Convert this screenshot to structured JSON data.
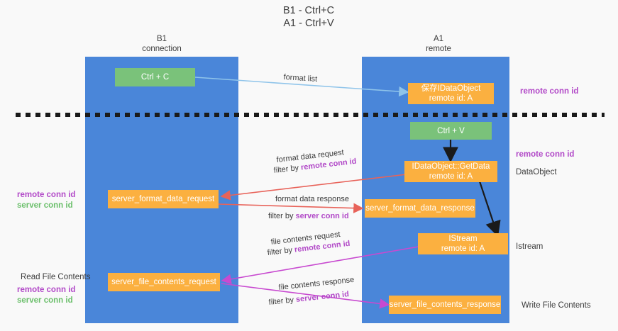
{
  "title": "B1 - Ctrl+C\nA1 - Ctrl+V",
  "colors": {
    "column": "#4a86d9",
    "green_node": "#7ac27a",
    "orange_node": "#fbb040",
    "purple_text": "#b24ac8",
    "green_text": "#6bbf6b",
    "blue_arrow": "#8fc4ea",
    "red_arrow": "#e8635a",
    "magenta_arrow": "#c84ad0",
    "black_arrow": "#1a1a1a",
    "background": "#f9f9f9"
  },
  "columns": [
    {
      "name": "left-column",
      "heading": "B1\nconnection"
    },
    {
      "name": "right-column",
      "heading": "A1\nremote"
    }
  ],
  "nodes": [
    {
      "id": "ctrl-c",
      "label": "Ctrl + C",
      "style": "green"
    },
    {
      "id": "save-idataobject",
      "label": "保存IDataObject\nremote id: A",
      "style": "orange"
    },
    {
      "id": "ctrl-v",
      "label": "Ctrl + V",
      "style": "green"
    },
    {
      "id": "idataobject-getdata",
      "label": "IDataObject::GetData\nremote id: A",
      "style": "orange"
    },
    {
      "id": "server-format-data-request",
      "label": "server_format_data_request",
      "style": "orange"
    },
    {
      "id": "server-format-data-response",
      "label": "server_format_data_response",
      "style": "orange"
    },
    {
      "id": "istream",
      "label": "IStream\nremote id: A",
      "style": "orange"
    },
    {
      "id": "server-file-contents-request",
      "label": "server_file_contents_request",
      "style": "orange"
    },
    {
      "id": "server-file-contents-response",
      "label": "server_file_contents_response",
      "style": "orange"
    }
  ],
  "edge_labels": {
    "format_list": "format list",
    "format_data_request": "format data request",
    "format_data_request_filter_prefix": "filter by ",
    "format_data_request_filter_value": "remote conn id",
    "format_data_response": "format data response",
    "format_data_response_filter_prefix": "filter by ",
    "format_data_response_filter_value": "server conn id",
    "file_contents_request": "file contents request",
    "file_contents_request_filter_prefix": "filter by ",
    "file_contents_request_filter_value": "remote conn id",
    "file_contents_response": "file contents response",
    "file_contents_response_filter_prefix": "filter by ",
    "file_contents_response_filter_value": "server conn id"
  },
  "right_labels": {
    "remote_conn_id_top": "remote conn id",
    "remote_conn_id_mid": "remote conn id",
    "dataobject": "DataObject",
    "istream": "Istream",
    "write_file_contents": "Write File Contents"
  },
  "left_labels": {
    "remote_conn_id": "remote conn id",
    "server_conn_id": "server conn id",
    "read_file_contents": "Read File Contents",
    "remote_conn_id_2": "remote conn id",
    "server_conn_id_2": "server conn id"
  }
}
